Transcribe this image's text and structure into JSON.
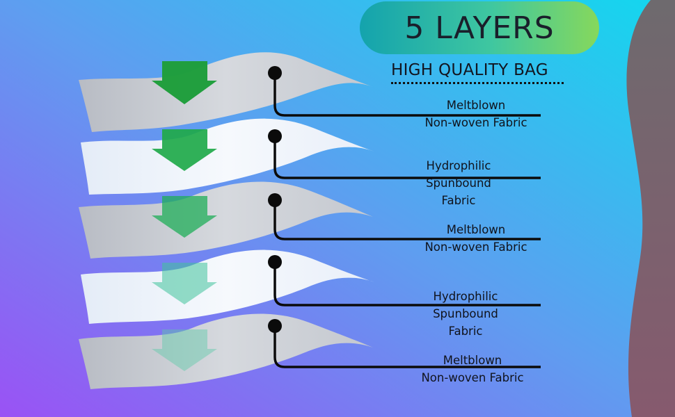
{
  "header": {
    "title": "5 LAYERS",
    "subtitle": "HIGH QUALITY BAG"
  },
  "layers": [
    {
      "line1": "Meltblown",
      "line2": "Non-woven Fabric",
      "line3": ""
    },
    {
      "line1": "Hydrophilic",
      "line2": "Spunbound",
      "line3": "Fabric"
    },
    {
      "line1": "Meltblown",
      "line2": "Non-woven Fabric",
      "line3": ""
    },
    {
      "line1": "Hydrophilic",
      "line2": "Spunbound",
      "line3": "Fabric"
    },
    {
      "line1": "Meltblown",
      "line2": "Non-woven Fabric",
      "line3": ""
    }
  ],
  "colors": {
    "background_start": "#9b5cf2",
    "background_end": "#1fd6f2",
    "right_wave": "#7a5f72",
    "meltblown_sheet": "#c9cdd3",
    "spunbound_sheet": "#eef4fb",
    "arrow": "#1faa3f",
    "pointer_line": "#0b0b0b"
  },
  "icons": [
    "down-arrow-icon"
  ]
}
